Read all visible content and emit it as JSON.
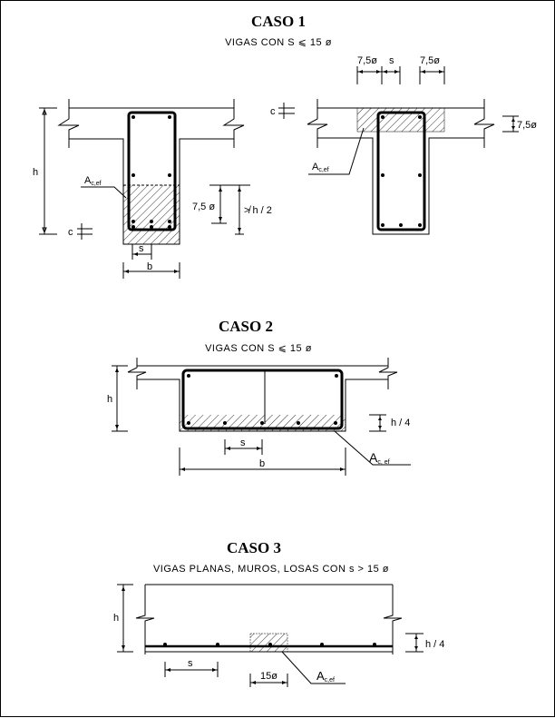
{
  "caso1": {
    "title": "CASO 1",
    "subtitle": "VIGAS  CON  S ⩽ 15 ø",
    "left": {
      "h": "h",
      "c": "c",
      "area_main": "A",
      "area_sub": "c,ef",
      "dim_75": "7,5 ø",
      "dim_h2": "≯ h / 2",
      "s": "s",
      "b": "b"
    },
    "right": {
      "c": "c",
      "dim_75a": "7,5ø",
      "s": "s",
      "dim_75b": "7,5ø",
      "dim_75c": "7,5ø",
      "area_main": "A",
      "area_sub": "c,ef"
    }
  },
  "caso2": {
    "title": "CASO 2",
    "subtitle": "VIGAS  CON  S ⩽ 15 ø",
    "h": "h",
    "h4": "h / 4",
    "s": "s",
    "b": "b",
    "area_main": "A",
    "area_sub": "c, ef"
  },
  "caso3": {
    "title": "CASO 3",
    "subtitle": "VIGAS  PLANAS,  MUROS,  LOSAS  CON  s > 15 ø",
    "h": "h",
    "h4": "h / 4",
    "s": "s",
    "d15": "15ø",
    "area_main": "A",
    "area_sub": "c,ef"
  }
}
